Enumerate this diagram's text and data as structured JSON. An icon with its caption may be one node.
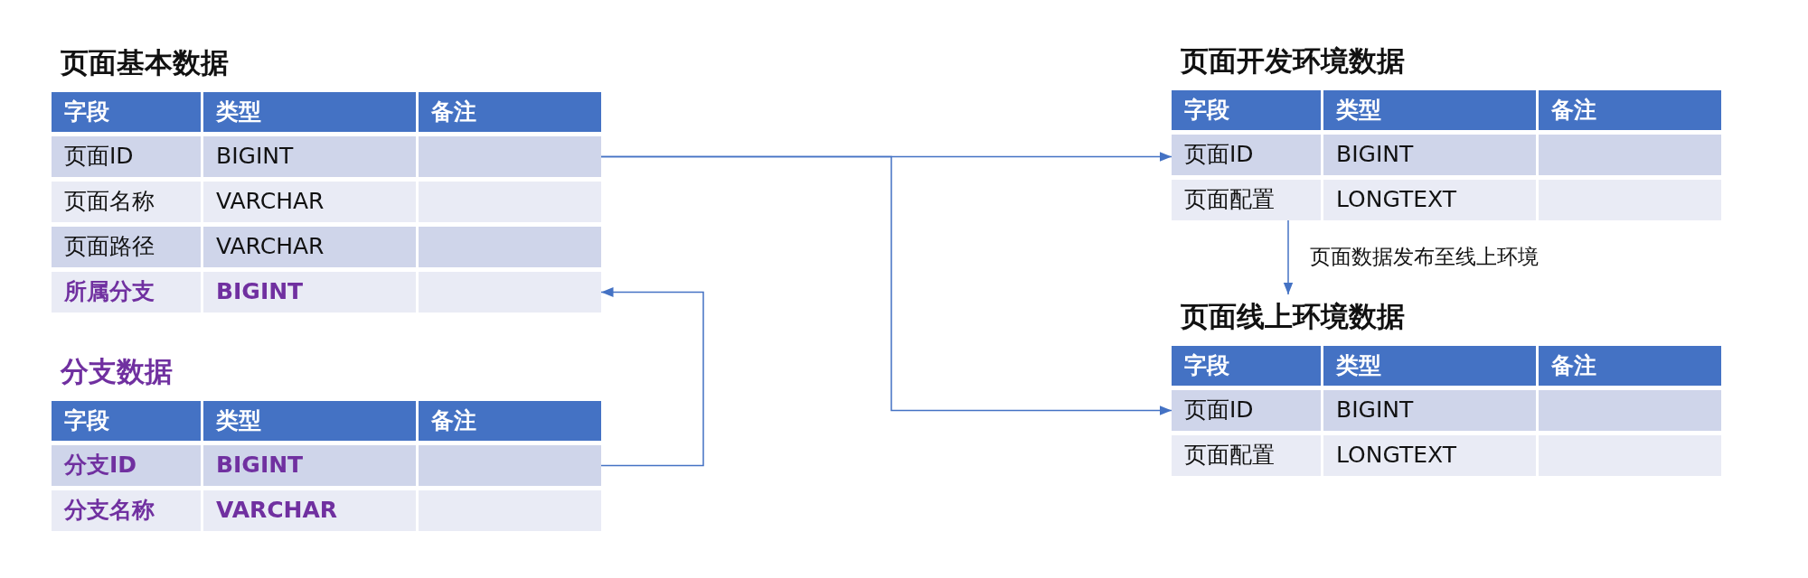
{
  "diagram": {
    "nodes": [
      {
        "text": [
          "页面基本数据"
        ]
      },
      {
        "text": [
          "字段"
        ],
        "in": 0
      },
      {
        "text": [
          "类型"
        ],
        "in": 0
      },
      {
        "text": [
          "备注"
        ],
        "in": 0
      },
      {
        "text": [
          "页面ID"
        ],
        "in": 0
      },
      {
        "text": [
          "BIGINT"
        ],
        "in": 0
      },
      {
        "text": [],
        "shape": "box",
        "in": 0
      },
      {
        "text": [
          "页面名称"
        ],
        "in": 0
      },
      {
        "text": [
          "VARCHAR"
        ],
        "in": 0
      },
      {
        "text": [],
        "shape": "box",
        "in": 0
      },
      {
        "text": [
          "页面路径"
        ],
        "in": 0
      },
      {
        "text": [
          "VARCHAR"
        ],
        "in": 0
      },
      {
        "text": [],
        "shape": "box",
        "in": 0
      },
      {
        "text": [
          "所属分支"
        ],
        "in": 0
      },
      {
        "text": [
          "BIGINT"
        ],
        "in": 0
      },
      {
        "text": [],
        "shape": "box",
        "in": 0
      },
      {
        "text": [
          "分支数据"
        ]
      },
      {
        "text": [
          "字段"
        ],
        "in": 16
      },
      {
        "text": [
          "类型"
        ],
        "in": 16
      },
      {
        "text": [
          "备注"
        ],
        "in": 16
      },
      {
        "text": [
          "分支ID"
        ],
        "in": 16
      },
      {
        "text": [
          "BIGINT"
        ],
        "in": 16
      },
      {
        "text": [],
        "shape": "box",
        "in": 16
      },
      {
        "text": [
          "分支名称"
        ],
        "in": 16
      },
      {
        "text": [
          "VARCHAR"
        ],
        "in": 16
      },
      {
        "text": [],
        "shape": "box",
        "in": 16
      },
      {
        "text": [
          "页面开发环境数据"
        ]
      },
      {
        "text": [
          "字段"
        ],
        "in": 26
      },
      {
        "text": [
          "类型"
        ],
        "in": 26
      },
      {
        "text": [
          "备注"
        ],
        "in": 26
      },
      {
        "text": [
          "页面ID"
        ],
        "in": 26
      },
      {
        "text": [
          "BIGINT"
        ],
        "in": 26
      },
      {
        "text": [],
        "shape": "box",
        "in": 26
      },
      {
        "text": [
          "页面配置"
        ],
        "in": 26
      },
      {
        "text": [
          "LONGTEXT"
        ],
        "in": 26
      },
      {
        "text": [],
        "shape": "box",
        "in": 26
      },
      {
        "text": [
          "页面线上环境数据"
        ]
      },
      {
        "text": [
          "字段"
        ],
        "in": 36
      },
      {
        "text": [
          "类型"
        ],
        "in": 36
      },
      {
        "text": [
          "备注"
        ],
        "in": 36
      },
      {
        "text": [
          "页面ID"
        ],
        "in": 36
      },
      {
        "text": [
          "BIGINT"
        ],
        "in": 36
      },
      {
        "text": [],
        "shape": "box",
        "in": 36
      },
      {
        "text": [
          "页面配置"
        ],
        "in": 36
      },
      {
        "text": [
          "LONGTEXT"
        ],
        "in": 36
      },
      {
        "text": [],
        "shape": "box",
        "in": 36
      }
    ],
    "edges": [
      {
        "from": 0,
        "to": 26,
        "arrow": "to"
      },
      {
        "from": 0,
        "to": 36,
        "arrow": "to"
      },
      {
        "from": 16,
        "to": 0,
        "arrow": "to"
      },
      {
        "from": 26,
        "to": 36,
        "arrow": "to",
        "label": "页面数据发布至线上环境"
      }
    ]
  }
}
